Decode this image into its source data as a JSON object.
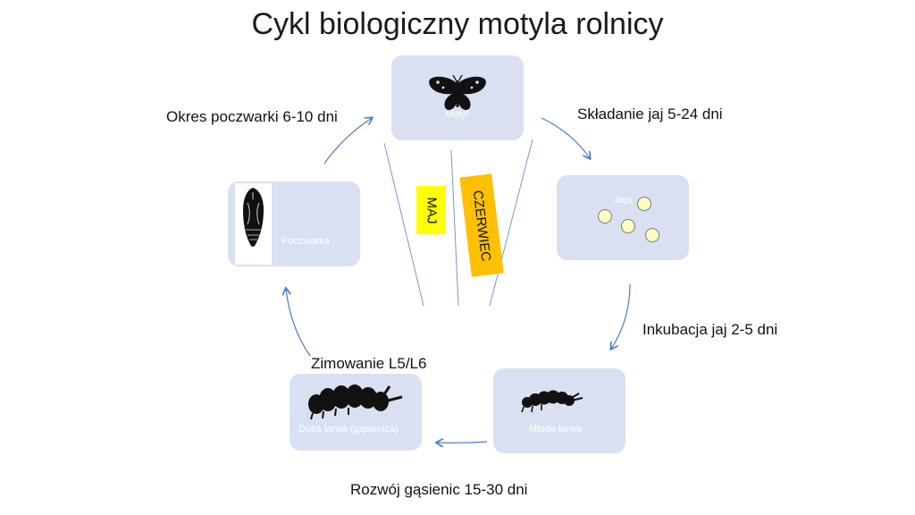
{
  "title": "Cykl biologiczny motyla rolnicy",
  "stages": {
    "motyl": "Motyl",
    "jaja": "Jaja",
    "mloda_larwa": "Młoda larwa",
    "duza_larwa": "Duża larwa (gąsienica)",
    "poczwarka": "Poczwarka"
  },
  "transitions": {
    "egg_laying": "Składanie jaj 5-24 dni",
    "incubation": "Inkubacja jaj 2-5 dni",
    "caterpillar_dev": "Rozwój gąsienic 15-30 dni",
    "overwintering": "Zimowanie L5/L6",
    "pupa_period": "Okres poczwarki 6-10 dni"
  },
  "months": {
    "may": "MAJ",
    "june": "CZERWIEC"
  },
  "colors": {
    "node_fill": "#d9e0f1",
    "arrow": "#4f7ac3",
    "may_tag": "#ffff00",
    "june_tag": "#ffc000"
  }
}
